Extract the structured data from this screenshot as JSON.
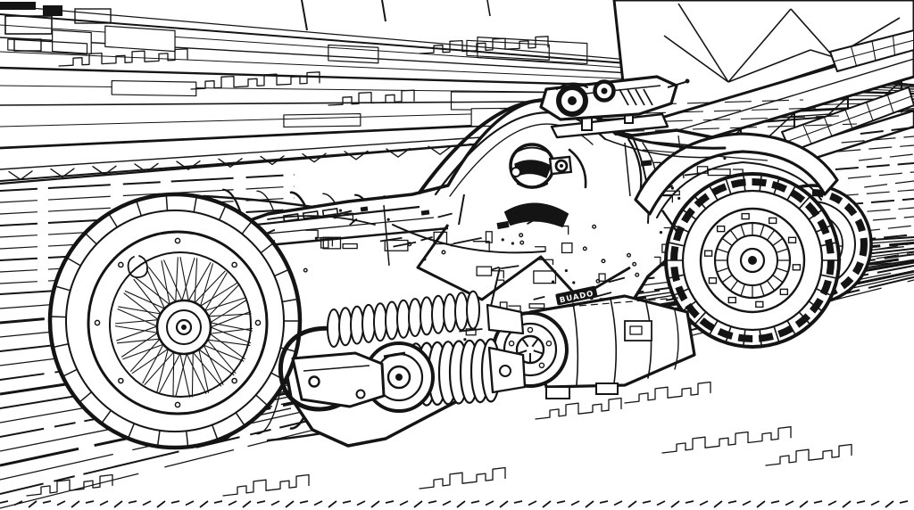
{
  "artwork": {
    "style": "black-and-white line-art coloring page",
    "scene_description": "Futuristic armored racing vehicle with a huge cylindrical front wheel, exposed mechanical body, helmeted pilot in an open cockpit and twin-lens sensor pod, speeding through an industrial hangar with roof trusses and motion speed lines",
    "badge_text": "BUADO",
    "ink_color": "#141414",
    "paper_color": "#ffffff"
  }
}
